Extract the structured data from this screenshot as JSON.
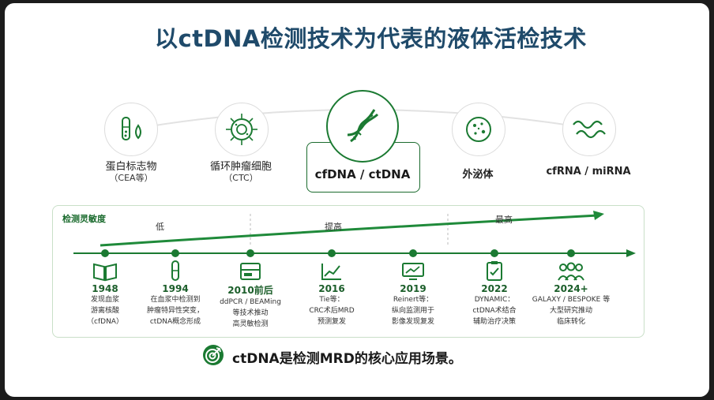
{
  "title": "以ctDNA检测技术为代表的液体活检技术",
  "categories": [
    {
      "label": "蛋白标志物",
      "sub": "（CEA等）"
    },
    {
      "label": "循环肿瘤细胞",
      "sub": "（CTC）"
    },
    {
      "label": "cfDNA / ctDNA",
      "sub": ""
    },
    {
      "label": "外泌体",
      "sub": ""
    },
    {
      "label": "cfRNA / miRNA",
      "sub": ""
    }
  ],
  "sensitivity": {
    "label": "检测灵敏度",
    "levels": [
      "低",
      "提高",
      "最高"
    ]
  },
  "milestones": [
    {
      "year": "1948",
      "lines": [
        "发现血浆",
        "游离核酸",
        "（cfDNA）"
      ],
      "icon": "book-icon"
    },
    {
      "year": "1994",
      "lines": [
        "在血浆中检测到",
        "肿瘤特异性突变，",
        "ctDNA概念形成"
      ],
      "icon": "test-tube-icon"
    },
    {
      "year": "2010前后",
      "lines": [
        "ddPCR / BEAMing",
        "等技术推动",
        "高灵敏检测"
      ],
      "icon": "instrument-icon"
    },
    {
      "year": "2016",
      "lines": [
        "Tie等：",
        "CRC术后MRD",
        "预测复发"
      ],
      "icon": "line-chart-icon"
    },
    {
      "year": "2019",
      "lines": [
        "Reinert等：",
        "纵向监测用于",
        "影像发现复发"
      ],
      "icon": "monitor-chart-icon"
    },
    {
      "year": "2022",
      "lines": [
        "DYNAMIC：",
        "ctDNA术结合",
        "辅助治疗决策"
      ],
      "icon": "clipboard-icon"
    },
    {
      "year": "2024+",
      "lines": [
        "GALAXY / BESPOKE 等",
        "大型研究推动",
        "临床转化"
      ],
      "icon": "people-icon"
    }
  ],
  "footer": {
    "text": "ctDNA是检测MRD的核心应用场景。",
    "icon": "target-icon"
  },
  "colors": {
    "green": "#1b7a32",
    "dark_green": "#1b5e2a",
    "title_blue": "#1f4a6a"
  }
}
